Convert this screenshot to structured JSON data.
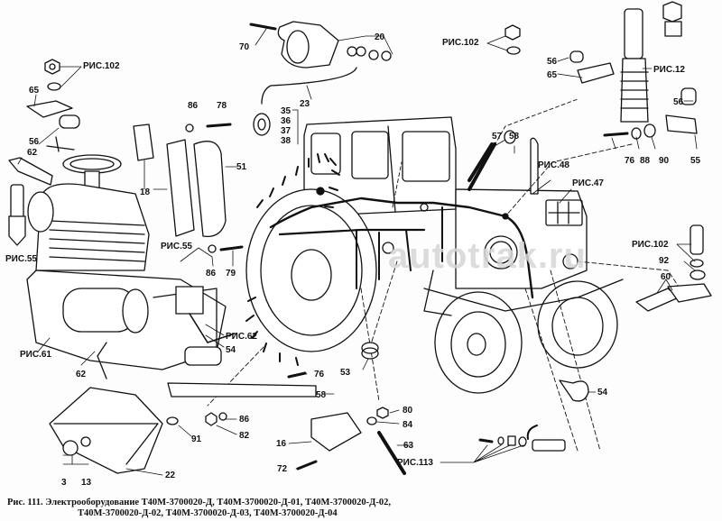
{
  "caption": {
    "line1": "Рис. 111. Электрооборудование Т40М-3700020-Д, Т40М-3700020-Д-01, Т40М-3700020-Д-02,",
    "line2": "Т40М-3700020-Д-02, Т40М-3700020-Д-03, Т40М-3700020-Д-04"
  },
  "watermark": "autotrak.ru",
  "colors": {
    "ink": "#111111",
    "paper": "#fdfdfd",
    "watermark": "#e3e3e3"
  },
  "callouts": {
    "ref102_top_left": "РИС.102",
    "c65_left": "65",
    "c56_left": "56",
    "c62_left": "62",
    "ref55_left": "РИС.55",
    "c70": "70",
    "c20": "20",
    "c23": "23",
    "c35": "35",
    "c36": "36",
    "c37": "37",
    "c38": "38",
    "c86_top": "86",
    "c78": "78",
    "c18": "18",
    "c51": "51",
    "ref55_mid": "РИС.55",
    "c86_mid": "86",
    "c79": "79",
    "ref61": "РИС.61",
    "c62_bottom": "62",
    "ref62": "РИС.62",
    "c54_left": "54",
    "ref102_top": "РИС.102",
    "c56_top": "56",
    "c65_top": "65",
    "ref12": "РИС.12",
    "c56_right": "56",
    "c55": "55",
    "c57": "57",
    "c58_top": "58",
    "ref48": "РИС.48",
    "ref47": "РИС.47",
    "c76_top": "76",
    "c88": "88",
    "c90": "90",
    "ref102_right": "РИС.102",
    "c92": "92",
    "c60": "60",
    "c53": "53",
    "c76_mid": "76",
    "c58_mid": "58",
    "c54_right": "54",
    "c91": "91",
    "c86_bottom": "86",
    "c82": "82",
    "c80": "80",
    "c84": "84",
    "c16": "16",
    "c63": "63",
    "c72": "72",
    "c22": "22",
    "c3": "3",
    "c13": "13",
    "ref113": "РИС.113"
  }
}
